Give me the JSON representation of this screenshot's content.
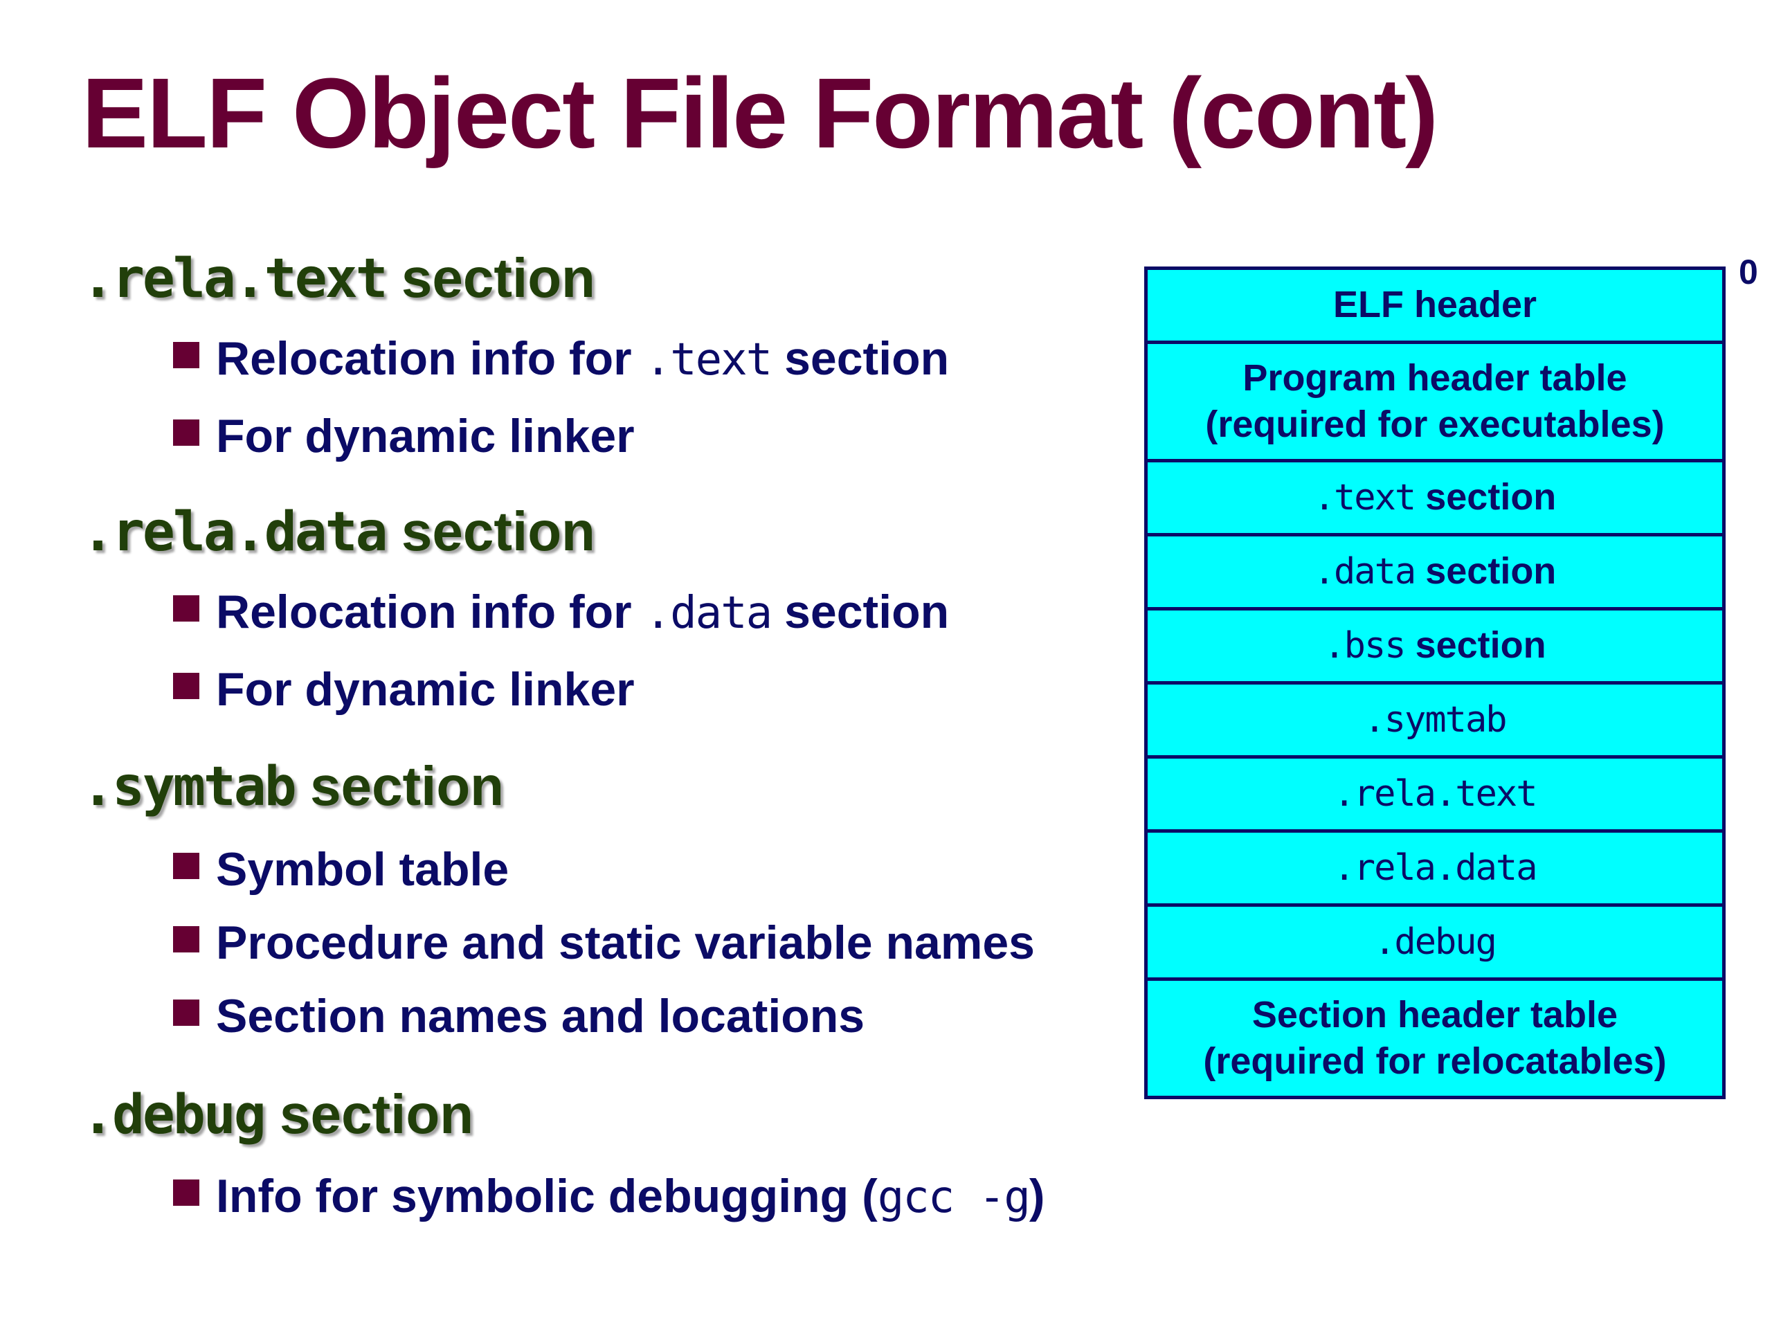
{
  "title": "ELF Object File Format (cont)",
  "sections": [
    {
      "code": ".rela.text",
      "label": "section",
      "bullets": [
        {
          "pre": "Relocation info for ",
          "code": ".text",
          "post": " section"
        },
        {
          "pre": "For dynamic linker",
          "code": "",
          "post": ""
        }
      ]
    },
    {
      "code": ".rela.data",
      "label": "section",
      "bullets": [
        {
          "pre": "Relocation info for ",
          "code": ".data",
          "post": " section"
        },
        {
          "pre": "For dynamic linker",
          "code": "",
          "post": ""
        }
      ]
    },
    {
      "code": ".symtab",
      "label": "section",
      "bullets": [
        {
          "pre": "Symbol table",
          "code": "",
          "post": ""
        },
        {
          "pre": "Procedure and static variable names",
          "code": "",
          "post": ""
        },
        {
          "pre": "Section names and locations",
          "code": "",
          "post": ""
        }
      ]
    },
    {
      "code": ".debug",
      "label": "section",
      "bullets": [
        {
          "pre": "Info for symbolic debugging (",
          "code": "gcc -g",
          "post": ")"
        }
      ]
    }
  ],
  "diagram": {
    "offset_label": "0",
    "cells": [
      {
        "line1": "ELF header",
        "line2": "",
        "code": "",
        "after": ""
      },
      {
        "line1": "Program header table",
        "line2": "(required for executables)",
        "code": "",
        "after": ""
      },
      {
        "line1": "",
        "line2": "",
        "code": ".text",
        "after": " section"
      },
      {
        "line1": "",
        "line2": "",
        "code": ".data",
        "after": " section"
      },
      {
        "line1": "",
        "line2": "",
        "code": ".bss",
        "after": " section"
      },
      {
        "line1": "",
        "line2": "",
        "code": ".symtab",
        "after": ""
      },
      {
        "line1": "",
        "line2": "",
        "code": ".rela.text",
        "after": ""
      },
      {
        "line1": "",
        "line2": "",
        "code": ".rela.data",
        "after": ""
      },
      {
        "line1": "",
        "line2": "",
        "code": ".debug",
        "after": ""
      },
      {
        "line1": "Section header table",
        "line2": "(required for relocatables)",
        "code": "",
        "after": ""
      }
    ]
  },
  "colors": {
    "title": "#660033",
    "section_heading": "#213f0a",
    "bullet_text": "#0b0b66",
    "bullet_marker": "#660033",
    "cell_fill": "#00ffff",
    "cell_border": "#0b0b66"
  }
}
